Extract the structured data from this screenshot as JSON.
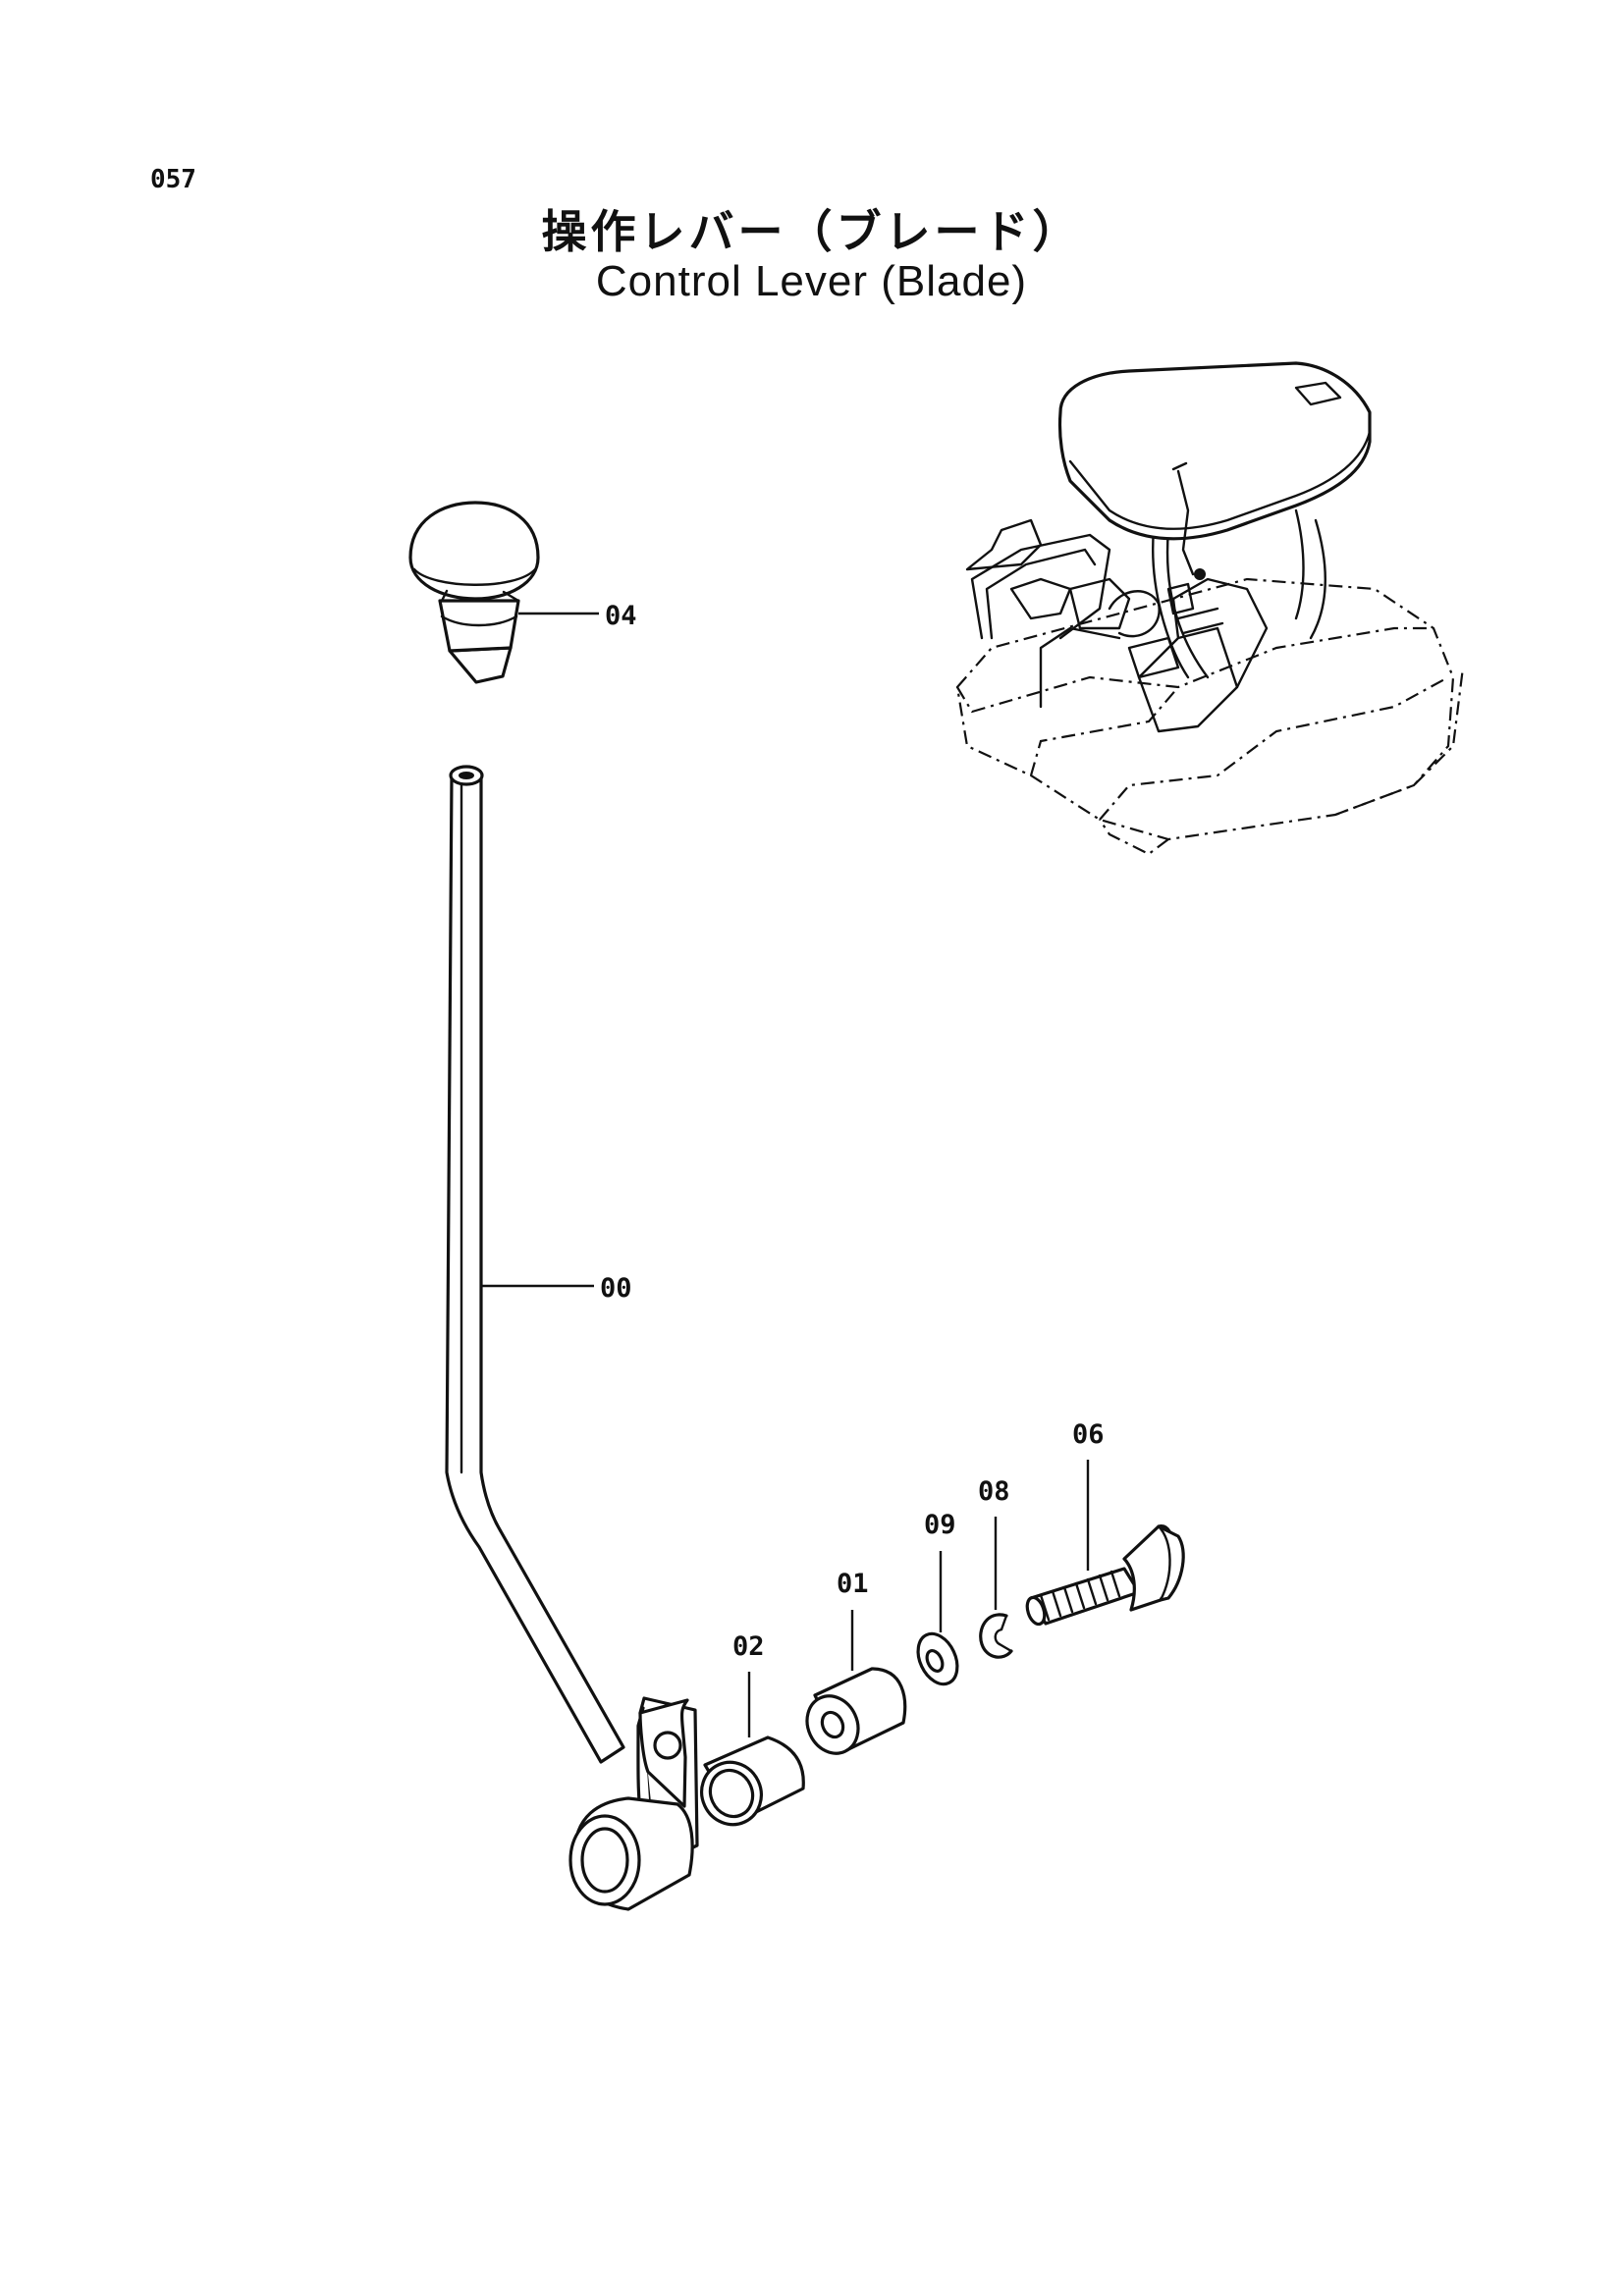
{
  "page": {
    "number": "057",
    "title_ja": "操作レバー（ブレード）",
    "title_en": "Control Lever (Blade)"
  },
  "callouts": {
    "knob": "04",
    "lever": "00",
    "bushing": "02",
    "collar": "01",
    "washer": "09",
    "snap_ring": "08",
    "bolt": "06"
  },
  "colors": {
    "ink": "#111111",
    "paper": "#ffffff"
  }
}
